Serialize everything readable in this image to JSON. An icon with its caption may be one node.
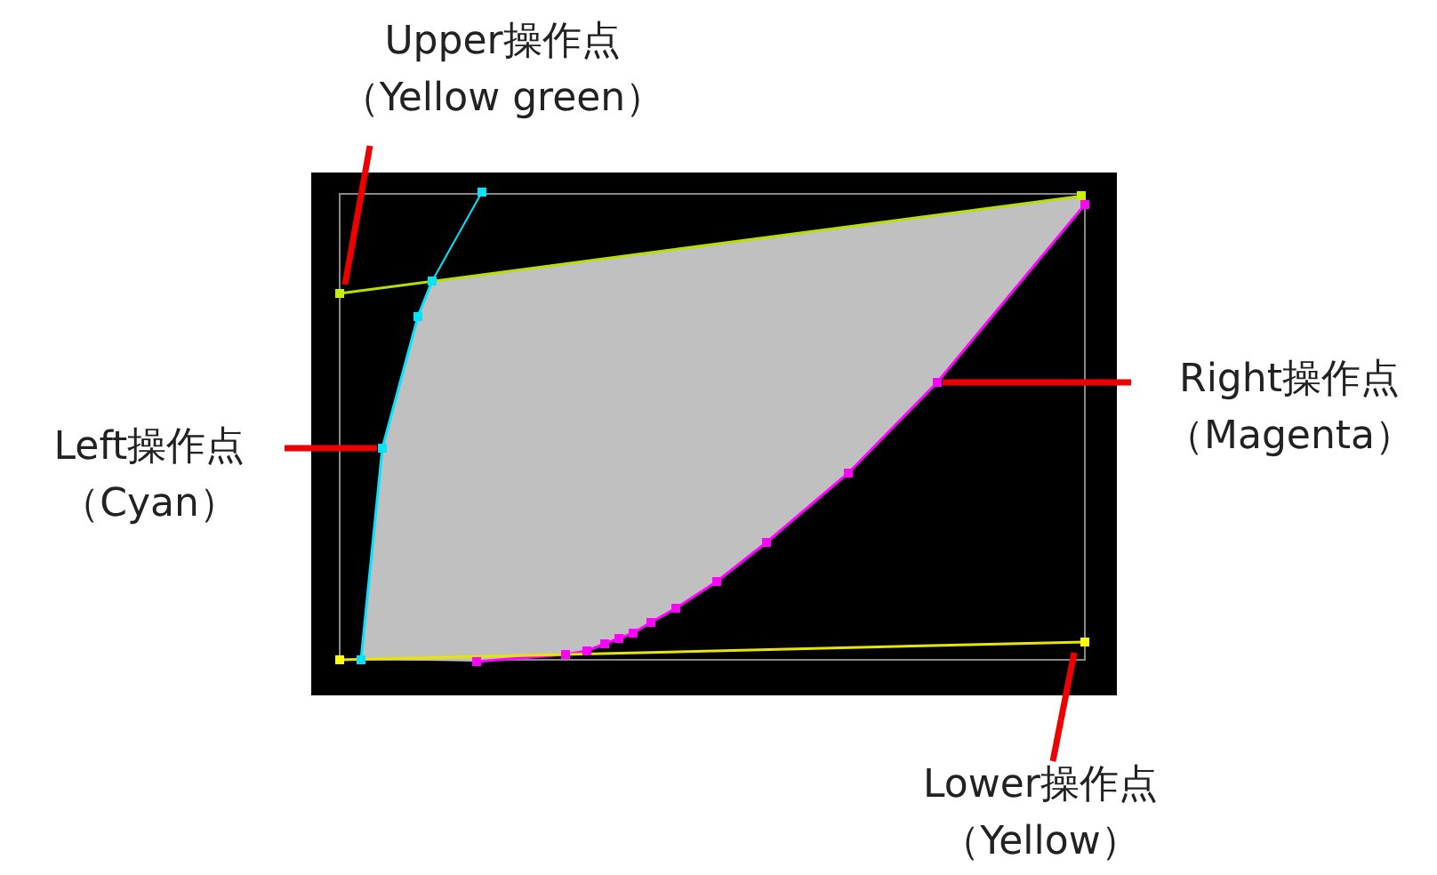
{
  "diagram": {
    "nodes": [
      {
        "text": [
          "Upper操作点",
          "（Yellow green）"
        ]
      },
      {
        "text": [
          "Left操作点",
          "（Cyan）"
        ]
      },
      {
        "text": [
          "Right操作点",
          "（Magenta）"
        ]
      },
      {
        "text": [
          "Lower操作点",
          "（Yellow）"
        ]
      }
    ],
    "edges": [
      {
        "from": 0,
        "to": null,
        "arrow": "none"
      },
      {
        "from": 1,
        "to": null,
        "arrow": "none"
      },
      {
        "from": 2,
        "to": null,
        "arrow": "none"
      },
      {
        "from": 3,
        "to": null,
        "arrow": "none"
      }
    ]
  }
}
